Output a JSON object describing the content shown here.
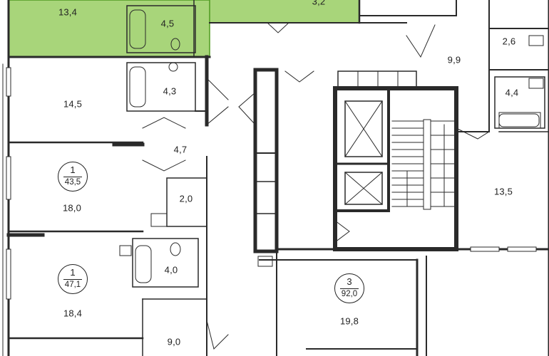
{
  "colors": {
    "highlight_fill": "#a8d57a",
    "highlight_edge": "#4e9a1f",
    "wall": "#2a2a2a"
  },
  "apartments": [
    {
      "id": "apt-a",
      "rooms": "1",
      "area": "43,5"
    },
    {
      "id": "apt-b",
      "rooms": "1",
      "area": "47,1"
    },
    {
      "id": "apt-c",
      "rooms": "3",
      "area": "92,0"
    }
  ],
  "rooms": [
    {
      "id": "r1",
      "area": "13,4"
    },
    {
      "id": "r2",
      "area": "4,5"
    },
    {
      "id": "r3",
      "area": "3,2"
    },
    {
      "id": "r4",
      "area": "2,6"
    },
    {
      "id": "r5",
      "area": "9,9"
    },
    {
      "id": "r6",
      "area": "14,5"
    },
    {
      "id": "r7",
      "area": "4,3"
    },
    {
      "id": "r8",
      "area": "4,4"
    },
    {
      "id": "r9",
      "area": "4,7"
    },
    {
      "id": "r10",
      "area": "13,5"
    },
    {
      "id": "r11",
      "area": "2,0"
    },
    {
      "id": "r12",
      "area": "18,0"
    },
    {
      "id": "r13",
      "area": "4,0"
    },
    {
      "id": "r14",
      "area": "18,4"
    },
    {
      "id": "r15",
      "area": "19,8"
    },
    {
      "id": "r16",
      "area": "9,0"
    }
  ]
}
